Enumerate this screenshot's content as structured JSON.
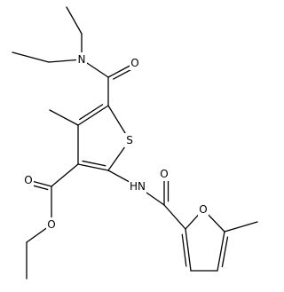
{
  "molecule": {
    "line_color": "#000000",
    "background": "#ffffff",
    "atoms": [
      {
        "id": "N_amide",
        "label": "N"
      },
      {
        "id": "O_amide",
        "label": "O"
      },
      {
        "id": "S_ring",
        "label": "S"
      },
      {
        "id": "O_ester_carbonyl",
        "label": "O"
      },
      {
        "id": "O_ester",
        "label": "O"
      },
      {
        "id": "NH",
        "label": "HN"
      },
      {
        "id": "O_amide2",
        "label": "O"
      },
      {
        "id": "O_furan",
        "label": "O"
      }
    ]
  }
}
